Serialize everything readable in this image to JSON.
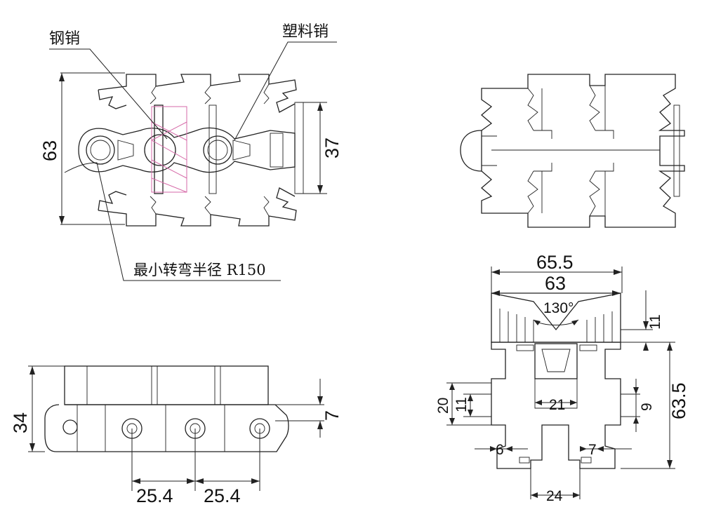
{
  "labels": {
    "steel_pin": "钢销",
    "plastic_pin": "塑料销",
    "min_radius": "最小转弯半径 R150"
  },
  "dimensions": {
    "top_height": "63",
    "top_inner": "37",
    "side_height": "34",
    "side_thick": "7",
    "pitch_1": "25.4",
    "pitch_2": "25.4",
    "sec_outer_width": "65.5",
    "sec_width": "63",
    "sec_angle": "130°",
    "sec_top": "11",
    "sec_total": "63.5",
    "sec_guide_outer": "20",
    "sec_guide_inner": "11",
    "sec_slot": "21",
    "sec_right_guide": "9",
    "sec_left_web": "6",
    "sec_right_web": "7",
    "sec_bottom": "24"
  },
  "colors": {
    "line": "#222222",
    "hidden": "#d66aa8"
  }
}
